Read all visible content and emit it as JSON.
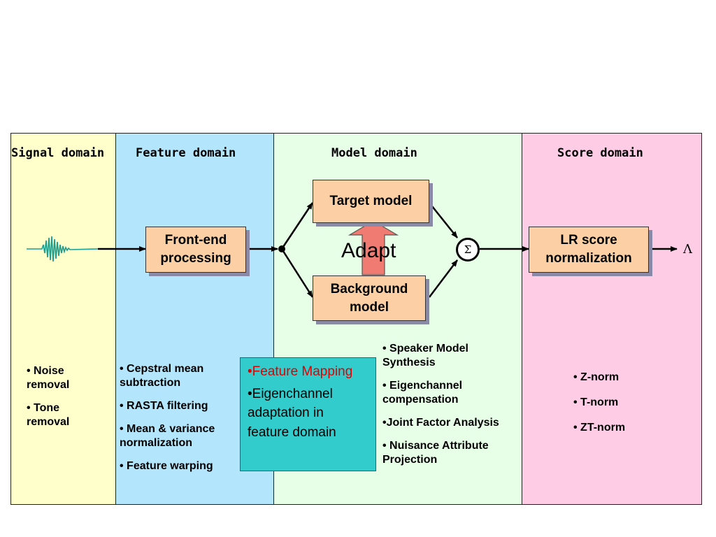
{
  "panels": {
    "signal": {
      "title": "Signal domain",
      "color": "#ffffcc",
      "bullets": [
        "• Noise removal",
        "• Tone removal"
      ]
    },
    "feature": {
      "title": "Feature domain",
      "color": "#b3e5fc",
      "bullets": [
        "• Cepstral mean subtraction",
        "• RASTA filtering",
        "• Mean & variance normalization",
        "• Feature warping"
      ]
    },
    "model": {
      "title": "Model domain",
      "color": "#e6ffe6",
      "bullets": [
        "• Speaker Model Synthesis",
        "• Eigenchannel compensation",
        "•Joint Factor Analysis",
        "• Nuisance Attribute Projection"
      ]
    },
    "score": {
      "title": "Score domain",
      "color": "#ffcce6",
      "bullets": [
        "• Z-norm",
        "• T-norm",
        "• ZT-norm"
      ]
    }
  },
  "blocks": {
    "frontend": "Front-end processing",
    "target_model": "Target model",
    "background_model": "Background model",
    "lr_score": "LR score normalization",
    "adapt": "Adapt",
    "sigma": "Σ",
    "output": "Λ"
  },
  "feature_mapping": {
    "title": "•Feature Mapping",
    "body": "•Eigenchannel adaptation in feature domain"
  },
  "colors": {
    "box_fill": "#fcd0a4",
    "adapt_arrow": "#f07b72",
    "waveform": "#1a9e8f",
    "feature_mapping_fill": "#33cccc",
    "feature_mapping_title": "#e00000"
  }
}
